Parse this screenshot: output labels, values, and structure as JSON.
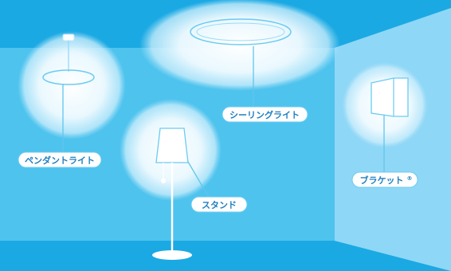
{
  "labels": {
    "pendant": "ペンダントライト",
    "ceiling": "シーリングライト",
    "stand": "スタンド",
    "bracket": "ブラケット",
    "bracket_mark": "®"
  },
  "colors": {
    "wall_back": "#4ec3ee",
    "ceiling": "#1ba9e3",
    "floor": "#1ba9e3",
    "side_wall": "#8fd7f6",
    "line": "#ffffff",
    "label_fill": "#ffffff",
    "label_text": "#1f7fbf"
  },
  "icons": {
    "pendant": "pendant-lamp-icon",
    "ceiling": "ceiling-lamp-icon",
    "stand": "floor-lamp-icon",
    "bracket": "wall-bracket-lamp-icon"
  }
}
